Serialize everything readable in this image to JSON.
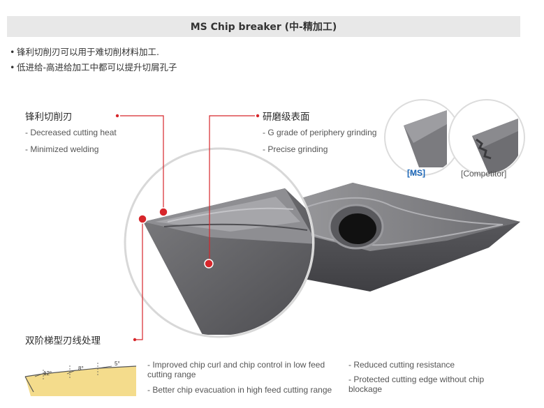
{
  "header": {
    "title": "MS Chip breaker (中-精加工)"
  },
  "bullets": [
    "锋利切削刃可以用于难切削材料加工.",
    "低进给-高进给加工中都可以提升切屑孔子"
  ],
  "callouts": {
    "sharp_edge": {
      "title": "锋利切削刃",
      "points": [
        "- Decreased cutting heat",
        "- Minimized welding"
      ]
    },
    "ground_surface": {
      "title": "研磨级表面",
      "points": [
        "- G grade of periphery grinding",
        "- Precise grinding"
      ]
    },
    "double_step": {
      "title": "双阶梯型刃线处理"
    }
  },
  "comparison": {
    "ms_label": "[MS]",
    "competitor_label": "[Competitor]"
  },
  "angles": [
    "12°",
    "8°",
    "5°"
  ],
  "features": {
    "left": [
      "- Improved chip curl and chip control in low feed cutting range",
      "- Better chip evacuation in high feed cutting range"
    ],
    "right": [
      "- Reduced cutting resistance",
      "- Protected cutting edge without chip blockage"
    ]
  },
  "colors": {
    "accent_red": "#d7262b",
    "ms_blue": "#1a66b8",
    "header_bg": "#e8e8e8"
  }
}
